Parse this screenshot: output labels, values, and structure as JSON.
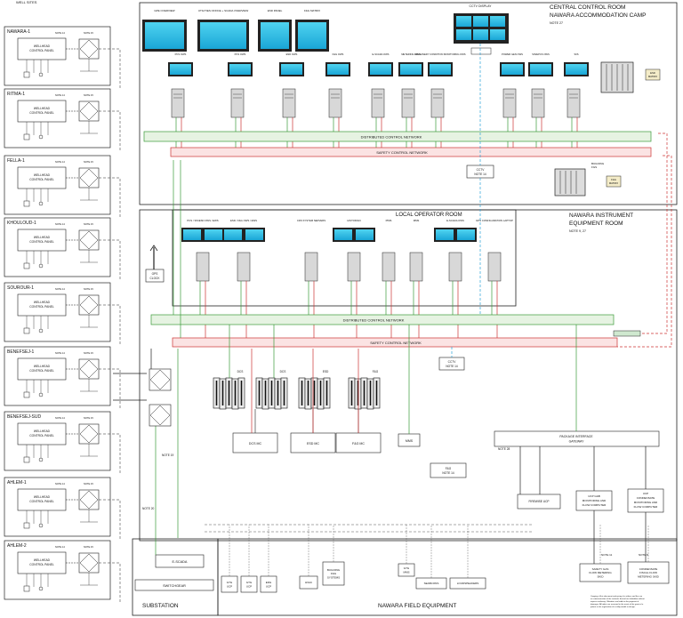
{
  "header_note": "WELL SITES",
  "wells": [
    "NAWARA-1",
    "RITMA-1",
    "FELLA-1",
    "KHOULOUD-1",
    "SOUROUR-1",
    "BENEFSEJ-1",
    "BENEFSEJ-SUD",
    "AHLEM-1",
    "AHLEM-2"
  ],
  "wellhead_label": [
    "WELLHEAD",
    "CONTROL PANEL"
  ],
  "well_notes": [
    "NOTE 14",
    "NOTE 15",
    "NOTE 6"
  ],
  "ccr": {
    "title_lines": [
      "CENTRAL CONTROL ROOM",
      "NAWARA ACCOMMODATION CAMP"
    ],
    "note": "NOTE 27",
    "cctv_display": "CCTV DISPLAY",
    "big_screens": [
      "GPE OVERVIEW",
      "UTILITIES OFFICE + SCADA OVERVIEW",
      "ESD PANEL",
      "F&G MATRIX"
    ],
    "workstations": [
      "PCS OWS",
      "PCS OWS",
      "ESD OWS",
      "F&G OWS",
      "E-SCADA OWS",
      "METERING OWS",
      "MACHINERY CONDITION MONITORING OWS",
      "POWER GEN OWS",
      "SIS/EPCS OWS",
      "SIIS"
    ],
    "dcn": "DISTRIBUTED CONTROL NETWORK",
    "scn": "SAFETY CONTROL NETWORK",
    "cctv_box": [
      "CCTV",
      "NOTE 14"
    ],
    "building_fgs": [
      "BUILDING",
      "FGS"
    ],
    "fgs_matrix": [
      "F&G",
      "MATRIX"
    ],
    "esd_matrix": [
      "ESD",
      "MATRIX"
    ]
  },
  "lor": {
    "title": "LOCAL OPERATOR ROOM",
    "nir_title": [
      "NAWARA INSTRUMENT",
      "EQUIPMENT ROOM"
    ],
    "nir_note": "NOTE 9, 27",
    "stations": [
      "PCS / SIS/ESD OWS / EWS",
      "ESD / F&G OWS / EWS",
      "HISTORIAN",
      "E-SCADA OWS",
      "CDS SYSTEM SERVERS",
      "PIMS",
      "MMS",
      "GPS CONFIGURATION LAPTOP"
    ],
    "gps": [
      "GPS",
      "CLOCK"
    ],
    "dcn": "DISTRIBUTED CONTROL NETWORK",
    "scn": "SAFETY CONTROL NETWORK",
    "cctv": [
      "CCTV",
      "NOTE 14"
    ],
    "cabinets": [
      "DCS",
      "DCS",
      "ESD",
      "F&G"
    ],
    "mc_boxes": [
      "DCS MC",
      "ESD MC",
      "F&G MC"
    ],
    "mms": "MMS",
    "f_and_g_note": [
      "F&G",
      "NOTE 14"
    ],
    "package_gw": [
      "PACKAGE INTERFACE",
      "GATEWAY"
    ],
    "sub_boxes": [
      "FIREWISE UCP",
      [
        "UCP G&B",
        "MONITORING AND",
        "FLOW COMPUTER"
      ],
      [
        "UCP",
        "CONDENSATE",
        "MONITORING AND",
        "FLOW COMPUTER"
      ]
    ],
    "notes": [
      "NOTE 19",
      "NOTE 20",
      "NOTE 28"
    ]
  },
  "substation": {
    "title": "SUBSTATION",
    "escada": "E-SCADA",
    "switchgear": "SWITCHGEAR"
  },
  "field": {
    "title": "NAWARA FIELD EQUIPMENT",
    "boxes": [
      [
        "GTG",
        "UCP"
      ],
      [
        "GTG",
        "UCP"
      ],
      [
        "EDG",
        "UCP"
      ],
      [
        "HVAC"
      ],
      [
        "BUILDING",
        "F&G",
        "SYSTEMS"
      ],
      [
        "GTG",
        "MMS"
      ],
      [
        "SEABCONS"
      ],
      [
        "LOUDSPEAKERS"
      ],
      [
        "SAFETY GAS",
        "FLOW METERING",
        "SKID"
      ],
      [
        "CONDENSATE",
        "FISCAL FLOW",
        "METERING SKID"
      ]
    ],
    "notes": [
      "NOTE 11",
      "NOTE 8"
    ],
    "footnote": [
      "Copying of this document and giving it to others and the use",
      "or communication of the contents thereof are forbidden without",
      "express authority. Offenders are liable to the payment of",
      "damages. All rights are reserved in the event of the grant of a",
      "patent or the registration of a utility model or design."
    ]
  }
}
